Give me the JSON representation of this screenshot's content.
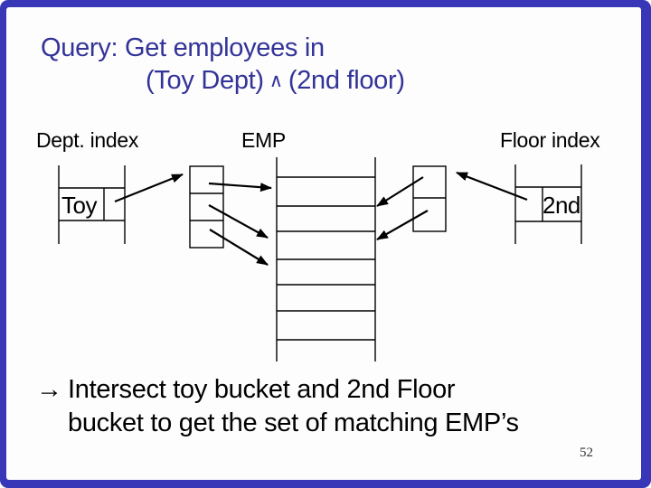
{
  "slide": {
    "title": {
      "line1": "Query: Get employees in",
      "line2_left": "(Toy Dept)",
      "line2_op": "∧",
      "line2_right": "(2nd floor)"
    },
    "diagram": {
      "dept_index_label": "Dept. index",
      "emp_label": "EMP",
      "floor_index_label": "Floor index",
      "dept_key": "Toy",
      "floor_key": "2nd",
      "emp_row_count": 6,
      "toy_bucket_cell_count": 3,
      "floor_bucket_cell_count": 2,
      "pointer_arrow_count": 7
    },
    "note": {
      "bullet": "→",
      "line1": "Intersect toy bucket and 2nd Floor",
      "line2": "bucket to get the set of matching EMP’s"
    },
    "page_number": "52",
    "colors": {
      "border_blue": "#3737b8",
      "title_blue": "#333399",
      "diagram_black": "#000000",
      "background": "#fdfdfd"
    }
  }
}
